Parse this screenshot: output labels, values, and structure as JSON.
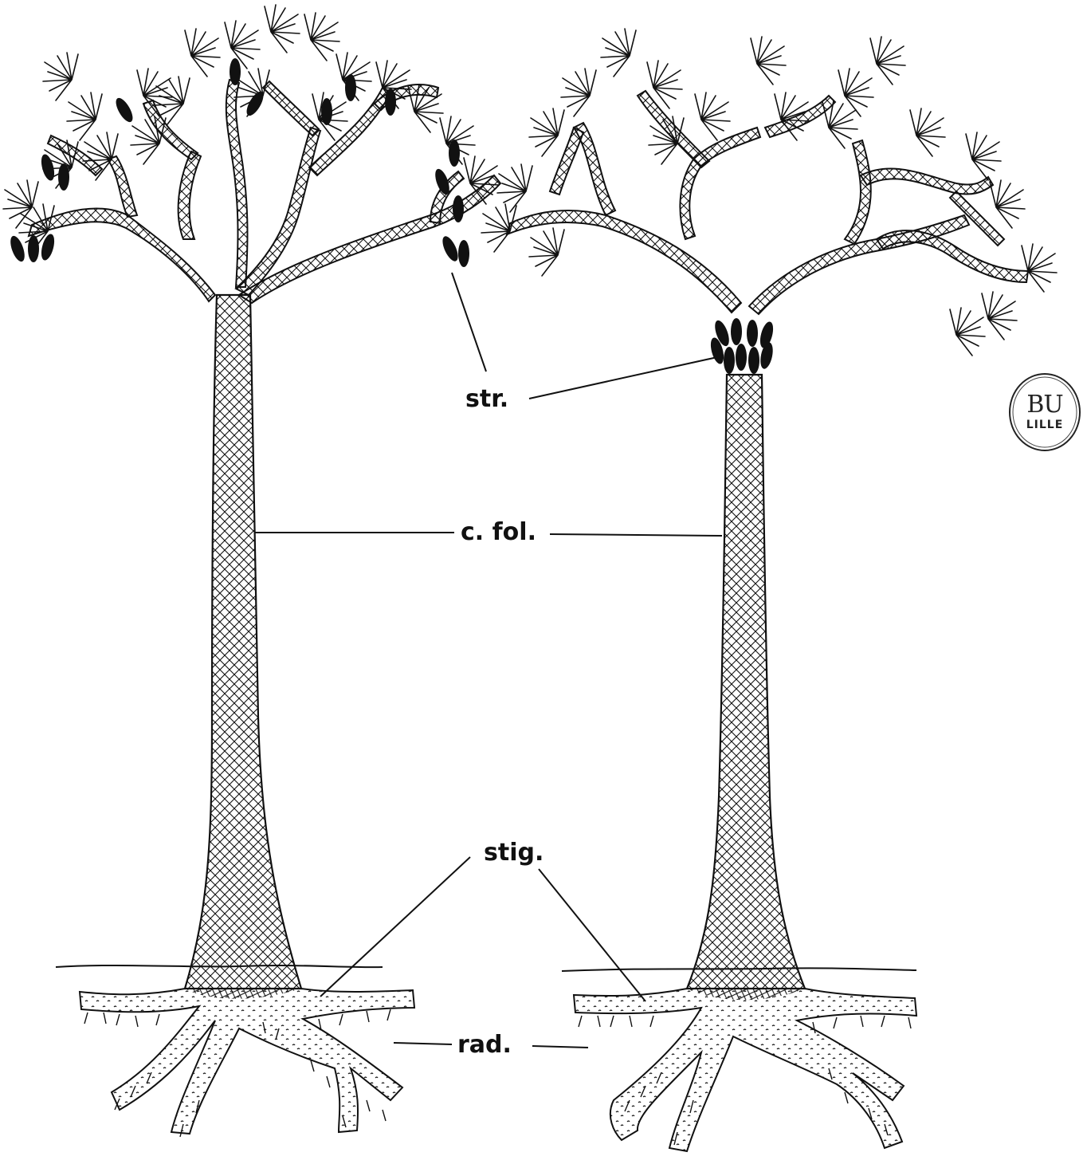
{
  "labels": {
    "strobili": "str.",
    "leaf_cushions": "c. fol.",
    "stigmaria": "stig.",
    "rootlets": "rad."
  },
  "stamp": {
    "line1": "BU",
    "line2": "LILLE"
  },
  "colors": {
    "ink": "#111111",
    "paper": "#ffffff"
  }
}
